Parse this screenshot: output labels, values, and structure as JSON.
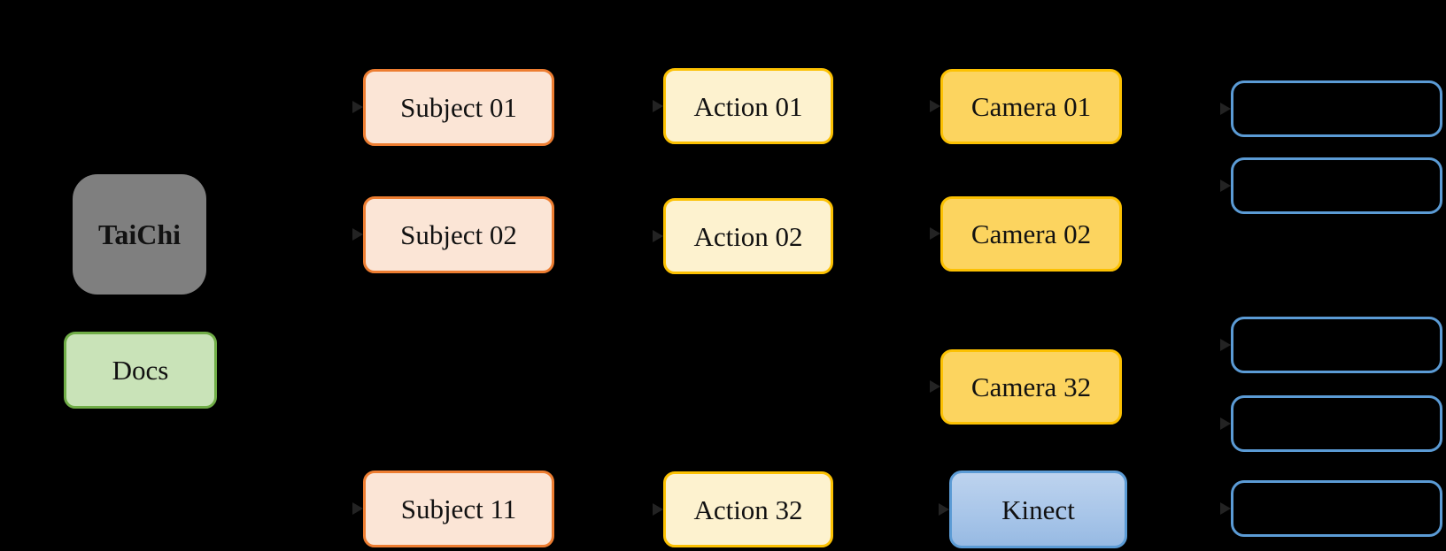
{
  "background_color": "#000000",
  "text_color": "#111111",
  "nodes": {
    "taichi": {
      "label": "TaiChi",
      "fill": "#7f7f7f"
    },
    "docs": {
      "label": "Docs",
      "fill": "#c9e3b8",
      "border": "#70ad47"
    },
    "subjects": [
      {
        "label": "Subject 01"
      },
      {
        "label": "Subject 02"
      },
      {
        "label": "Subject 11"
      }
    ],
    "subject_style": {
      "fill": "#fbe5d6",
      "border": "#ed7d31"
    },
    "actions": [
      {
        "label": "Action 01"
      },
      {
        "label": "Action 02"
      },
      {
        "label": "Action 32"
      }
    ],
    "action_style": {
      "fill": "#fdf2cf",
      "border": "#fcc102"
    },
    "cameras": [
      {
        "label": "Camera 01"
      },
      {
        "label": "Camera 02"
      },
      {
        "label": "Camera 32"
      }
    ],
    "camera_style": {
      "fill": "#fcd45f",
      "border": "#fcc102"
    },
    "kinect": {
      "label": "Kinect",
      "fill_top": "#bdd3ee",
      "fill_bottom": "#97bae3",
      "border": "#5b9bd5"
    },
    "file_placeholders": {
      "count": 5,
      "border": "#5b9bd5",
      "label": ""
    }
  }
}
